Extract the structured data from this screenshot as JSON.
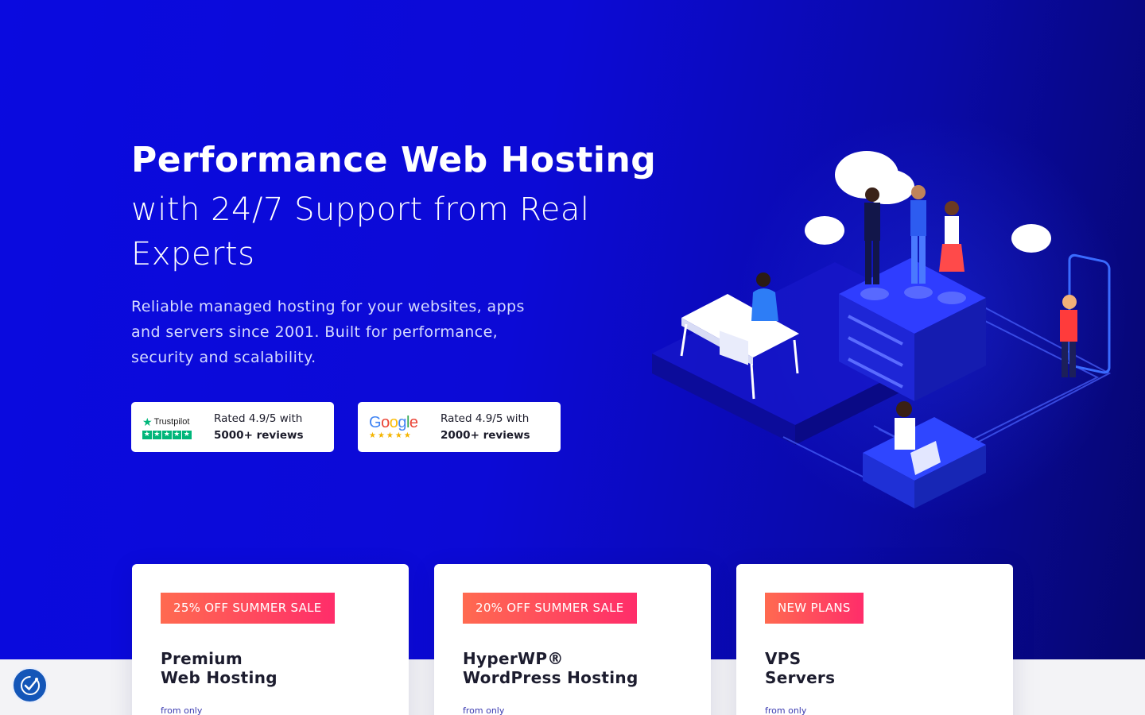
{
  "hero": {
    "title": "Performance Web Hosting",
    "subtitle": "with 24/7 Support from Real Experts",
    "description": "Reliable managed hosting for your websites, apps and servers since 2001. Built for performance, security and scalability."
  },
  "reviews": [
    {
      "logo": "Trustpilot",
      "rating_text": "Rated 4.9/5 with",
      "count_text": "5000+ reviews"
    },
    {
      "logo": "Google",
      "rating_text": "Rated 4.9/5 with",
      "count_text": "2000+ reviews"
    }
  ],
  "plans": [
    {
      "tag": "25% OFF SUMMER SALE",
      "title_line1": "Premium",
      "title_line2": "Web Hosting",
      "price_prefix": "from only"
    },
    {
      "tag": "20% OFF SUMMER SALE",
      "title_line1": "HyperWP®",
      "title_line2": "WordPress Hosting",
      "price_prefix": "from only"
    },
    {
      "tag": "NEW PLANS",
      "title_line1": "VPS",
      "title_line2": "Servers",
      "price_prefix": "from only"
    }
  ],
  "icons": {
    "accessibility": "accessibility-check-icon",
    "trustpilot_star": "star-icon",
    "illustration": "isometric-team-servers-illustration"
  },
  "colors": {
    "hero_blue": "#0a0adf",
    "tag_gradient_start": "#ff6a50",
    "tag_gradient_end": "#ff2d6a",
    "trustpilot_green": "#00b67a",
    "google_star": "#f4b400"
  }
}
